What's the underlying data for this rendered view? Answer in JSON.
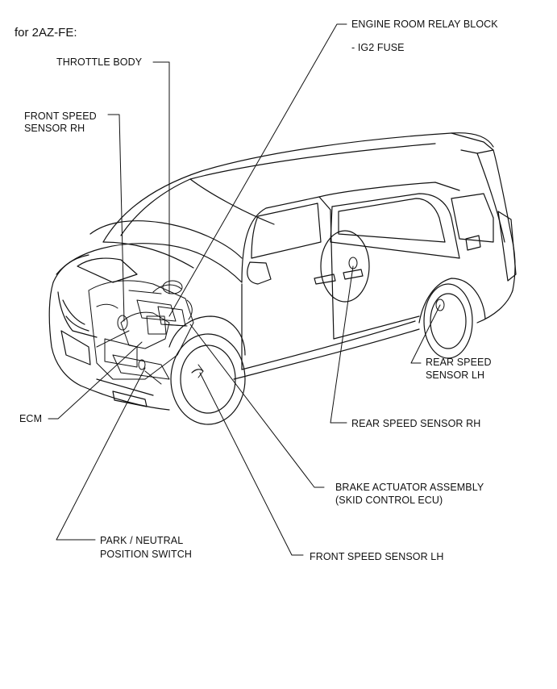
{
  "heading": "for 2AZ-FE:",
  "labels": {
    "engine_room_relay_block": "ENGINE ROOM RELAY BLOCK",
    "ig2_fuse": "- IG2 FUSE",
    "throttle_body": "THROTTLE BODY",
    "front_speed_sensor_rh_1": "FRONT SPEED",
    "front_speed_sensor_rh_2": "SENSOR RH",
    "rear_speed_sensor_lh_1": "REAR SPEED",
    "rear_speed_sensor_lh_2": "SENSOR LH",
    "ecm": "ECM",
    "rear_speed_sensor_rh": "REAR SPEED SENSOR RH",
    "brake_actuator_1": "BRAKE ACTUATOR ASSEMBLY",
    "brake_actuator_2": "(SKID CONTROL ECU)",
    "park_neutral_1": "PARK / NEUTRAL",
    "park_neutral_2": "POSITION SWITCH",
    "front_speed_sensor_lh": "FRONT SPEED SENSOR LH"
  },
  "colors": {
    "line": "#111111",
    "background": "#ffffff"
  }
}
